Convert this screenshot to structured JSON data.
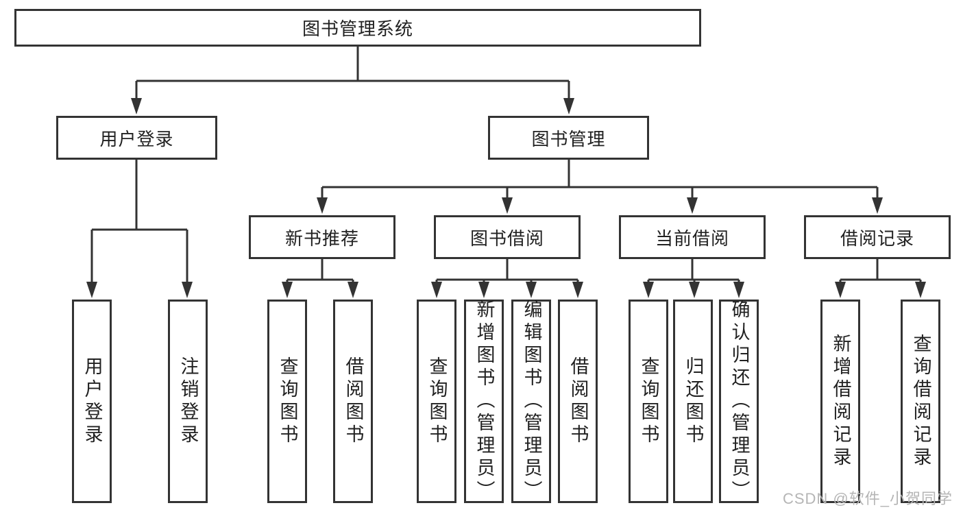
{
  "diagram_title": "图书管理系统",
  "watermark": "CSDN @软件_小贺同学",
  "colors": {
    "line": "#333333",
    "box_background": "#ffffff",
    "text": "#212121",
    "watermark": "#b5b5b5"
  },
  "nodes": {
    "root": {
      "label": "图书管理系统"
    },
    "level1": [
      {
        "label": "用户登录"
      },
      {
        "label": "图书管理"
      }
    ],
    "level2": [
      {
        "label": "新书推荐"
      },
      {
        "label": "图书借阅"
      },
      {
        "label": "当前借阅"
      },
      {
        "label": "借阅记录"
      }
    ],
    "leaves": {
      "user_login": [
        "用户登录",
        "注销登录"
      ],
      "new_book_rec": [
        "查询图书",
        "借阅图书"
      ],
      "book_borrow": [
        "查询图书",
        "新增图书（管理员）",
        "编辑图书（管理员）",
        "借阅图书"
      ],
      "current_borrow": [
        "查询图书",
        "归还图书",
        "确认归还（管理员）"
      ],
      "borrow_record": [
        "新增借阅记录",
        "查询借阅记录"
      ]
    }
  }
}
